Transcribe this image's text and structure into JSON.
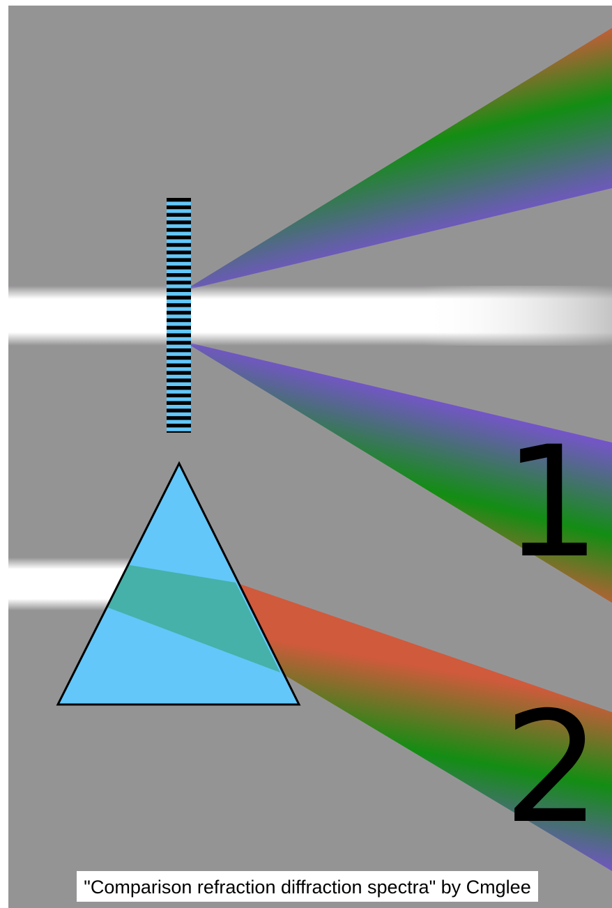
{
  "diagram": {
    "labels": {
      "diffraction": "1",
      "refraction": "2"
    },
    "caption": "\"Comparison refraction diffraction spectra\" by Cmglee",
    "colors": {
      "background": "#959495",
      "border": "#ffffff",
      "white_beam": "#ffffff",
      "grating_slit": "#63c7f9",
      "grating_bar": "#000000",
      "prism_fill": "#63c7f9",
      "prism_edge": "#000000",
      "spectrum_red": "#d05a3c",
      "spectrum_green": "#138d13",
      "spectrum_violet": "#7a52d2",
      "label_box": "#ffffff"
    },
    "icons": [
      "diffraction-grating",
      "prism",
      "white-light-beam",
      "spectrum-fan"
    ]
  }
}
